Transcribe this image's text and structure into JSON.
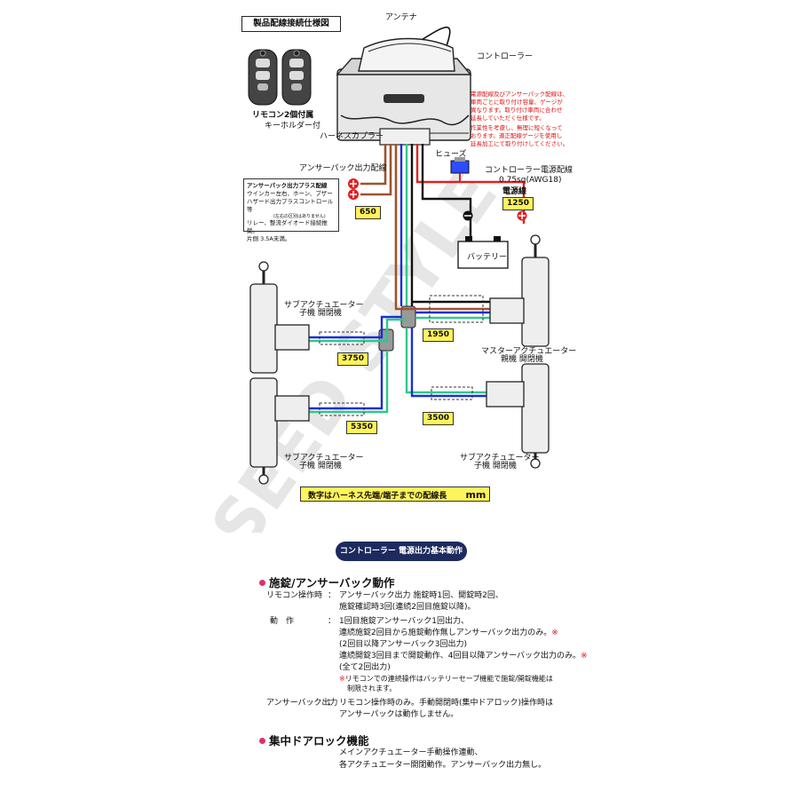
{
  "diagram": {
    "title": "製品配線接続仕様図",
    "antenna": "アンテナ",
    "controller": "コントローラー",
    "remote_caption": "リモコン2個付属",
    "remote_sub": "キーホルダー付",
    "harness_coupler": "ハーネスカプラー",
    "answerback_output": "アンサーパック出力配線",
    "fuse": "ヒューズ",
    "controller_power_1": "コントローラー電源配線",
    "controller_power_2": "0.75sq(AWG18)",
    "power_line": "電源線",
    "battery": "バッテリー",
    "plus_box": {
      "title": "アンサーパック出力プラス配線",
      "line1": "ウインカー左右、ホーン、ブザー",
      "line2": "ハザード出力プラスコントロール 等",
      "line3": "(左右の区別はありません)",
      "line4": "リレー、整流ダイオード接続推奨。",
      "line5": "片側 3.5A未満。"
    },
    "note_lines": [
      "電源配線及びアンサーパック配線は、",
      "車両ごとに取り付け容量、ゲージが",
      "異なります。取り付け車両に合わせ",
      "延長していただく仕様です。",
      "作業性を考慮し、無理に短くなって",
      "おります。適正配線ゲージを使用し",
      "延長加工にて取り付けしてください。"
    ],
    "sub_actuator": "サブアクチュエーター",
    "sub_actuator_sub": "子機 開閉機",
    "master_actuator": "マスターアクチュエーター",
    "master_actuator_sub": "親機 開閉機",
    "len_650": "650",
    "len_1250": "1250",
    "len_1950": "1950",
    "len_3750": "3750",
    "len_5350": "5350",
    "len_3500": "3500",
    "footer_note": "数字はハーネス先端/端子までの配線長",
    "footer_unit": "mm",
    "watermark": "SEED STYLE"
  },
  "section": {
    "pill": "コントローラー 電源出力基本動作",
    "heading1": "施錠/アンサーバック動作",
    "r1_label": "リモコン操作時",
    "r1_colon": "：",
    "r1_l1": "アンサーバック出力 施錠時1回、開錠時2回、",
    "r1_l2": "施錠確認時3回(連続2回目施錠以降)。",
    "r2_label": "動　作",
    "r2_colon": "：",
    "r2_l1": "1回目施錠アンサーバック1回出力、",
    "r2_l2": "連続施錠2回目から施錠動作無しアンサーバック出力のみ。",
    "r2_l2_mark": "※",
    "r2_l3": "(2回目以降アンサーバック3回出力)",
    "r2_l4": "連続開錠3回目まで開錠動作、4回目以降アンサーバック出力のみ。",
    "r2_l4_mark": "※",
    "r2_l5": "(全て2回出力)",
    "r2_note_mark": "※",
    "r2_note1": "リモコンでの連続操作はバッテリーセーブ機能で施錠/開錠機能は",
    "r2_note2": "制限されます。",
    "r3_label": "アンサーバック出力",
    "r3_colon": "：",
    "r3_l1": "リモコン操作時のみ。手動開閉時(集中ドアロック)操作時は",
    "r3_l2": "アンサーパックは動作しません。",
    "heading2": "集中ドアロック機能",
    "r4_l1": "メインアクチュエーター手動操作連動、",
    "r4_l2": "各アクチュエーター開閉動作。アンサーバック出力無し。"
  },
  "colors": {
    "section_pill": "#1d2a5e",
    "bullet": "#e0306a",
    "highlight_box": "#fff45a",
    "wire_red": "#e02020",
    "wire_brown": "#a0522d",
    "wire_blue": "#1a2fd6",
    "wire_green": "#2ec98a",
    "wire_black": "#111111"
  }
}
